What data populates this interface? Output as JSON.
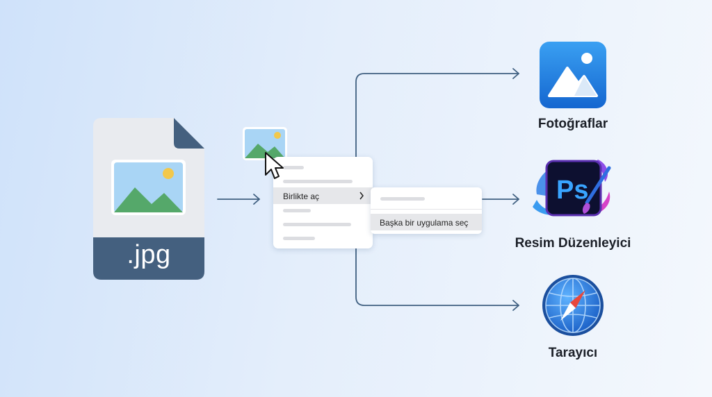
{
  "file": {
    "extension": ".jpg",
    "icon": "image-file-icon"
  },
  "context_menu": {
    "open_with_label": "Birlikte aç",
    "choose_other_label": "Başka bir uygulama seç"
  },
  "apps": [
    {
      "label": "Fotoğraflar",
      "icon": "photos-app-icon"
    },
    {
      "label": "Resim Düzenleyici",
      "icon": "photoshop-app-icon",
      "badge": "Ps"
    },
    {
      "label": "Tarayıcı",
      "icon": "browser-globe-icon"
    }
  ],
  "colors": {
    "file_body": "#e9ebef",
    "file_band": "#44607f",
    "connector": "#3f5f80",
    "photos_blue": "#1f80e4",
    "photoshop_dark": "#0d1030",
    "photoshop_text": "#39a4ff",
    "globe_blue": "#2176d8"
  }
}
